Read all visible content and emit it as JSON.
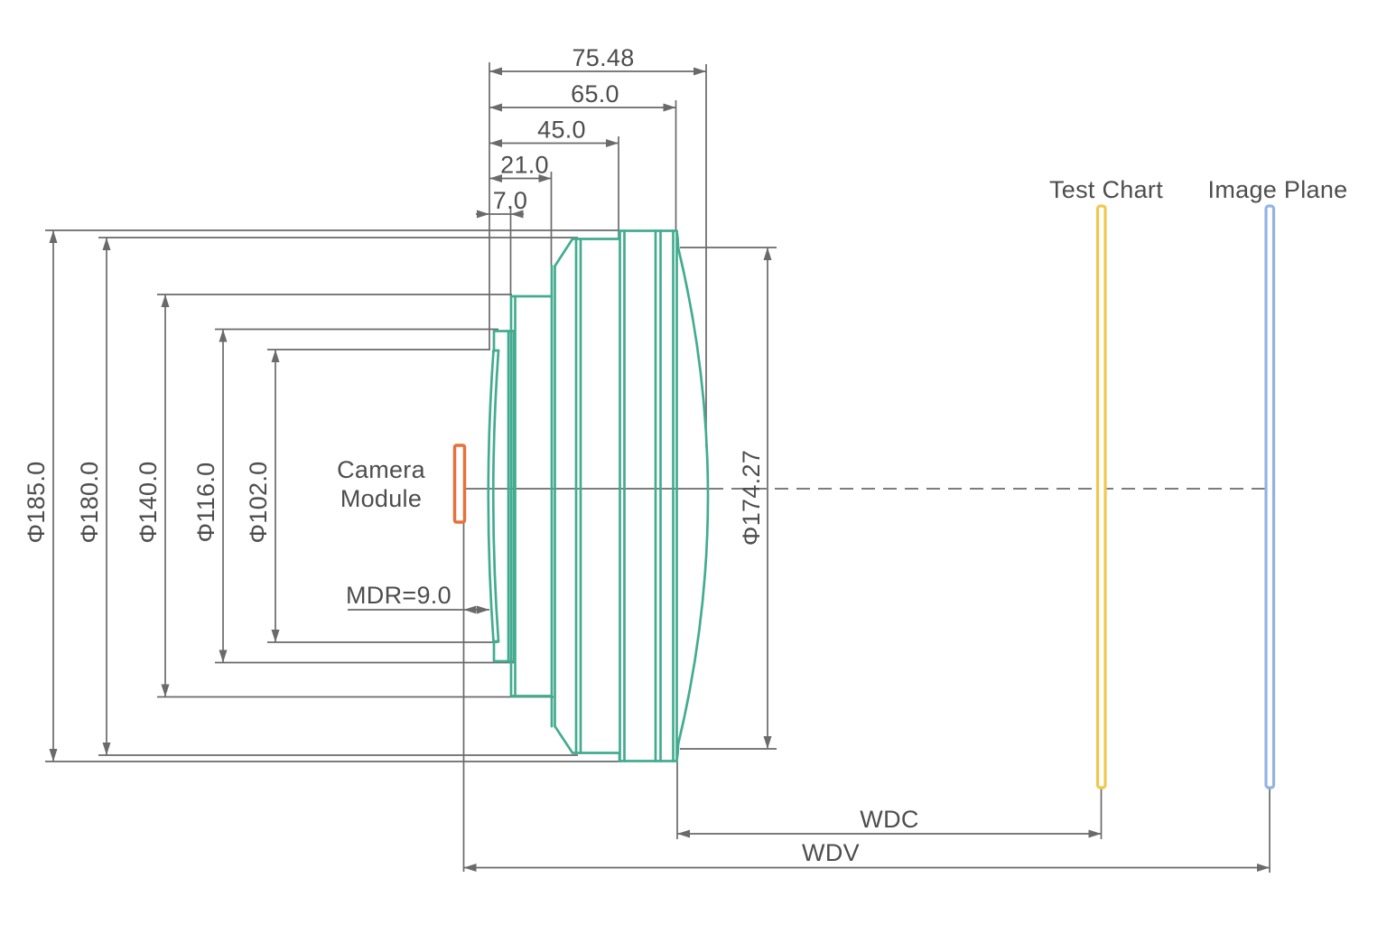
{
  "top_dimensions": {
    "total_length": "75.48",
    "front_face": "65.0",
    "mid_step": "45.0",
    "rear_step": "21.0",
    "rear_face": "7.0"
  },
  "diameter_dimensions": {
    "housing_max": "Φ185.0",
    "housing_front": "Φ180.0",
    "barrel": "Φ140.0",
    "rear_flange": "Φ116.0",
    "rear_glass": "Φ102.0",
    "front_surface": "Φ174.27"
  },
  "annotations": {
    "camera_module_line1": "Camera",
    "camera_module_line2": "Module",
    "mdr": "MDR=9.0"
  },
  "planes": {
    "test_chart": "Test Chart",
    "image_plane": "Image Plane"
  },
  "working_distances": {
    "wdc": "WDC",
    "wdv": "WDV"
  },
  "colors": {
    "lens": "#43ac90",
    "camera_module": "#e8703a",
    "test_chart": "#f2c74e",
    "image_plane": "#92b4e3",
    "dimension_lines": "#6a6a6a",
    "text": "#4d4d4d",
    "centerline": "#7d7d7d",
    "background": "#ffffff"
  }
}
